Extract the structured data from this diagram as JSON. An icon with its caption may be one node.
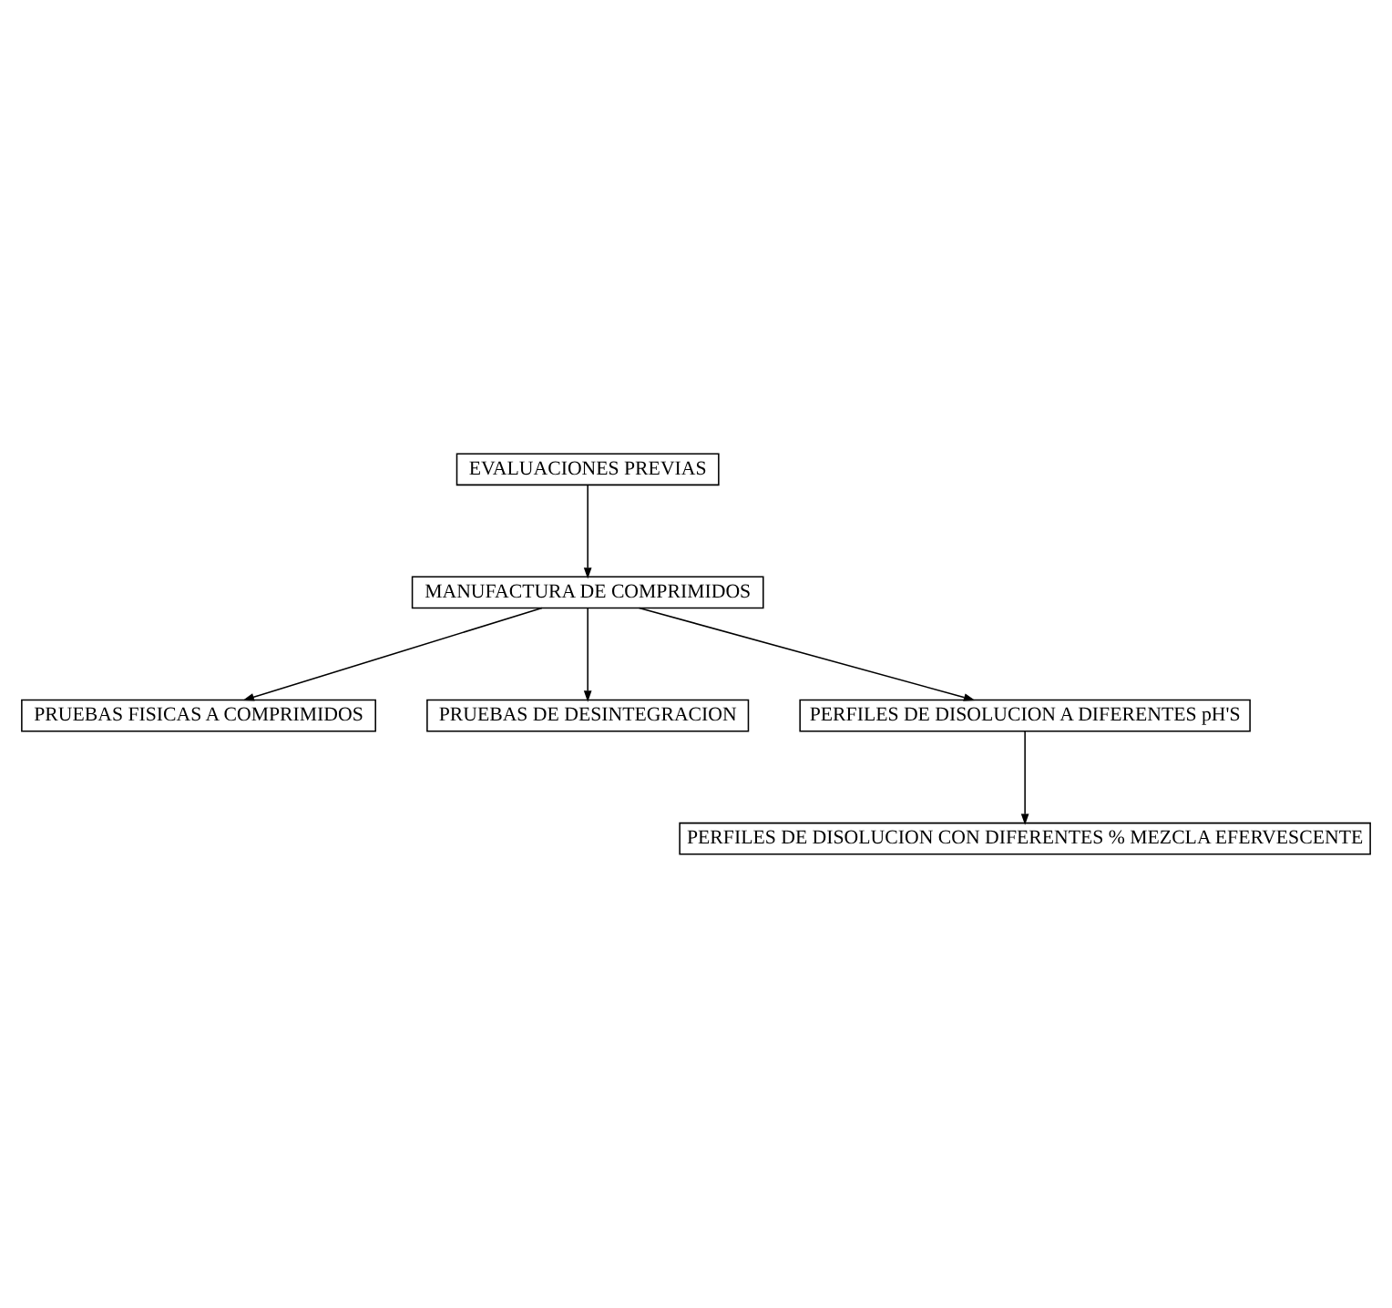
{
  "diagram": {
    "nodes": [
      {
        "text": [
          "EVALUACIONES PREVIAS"
        ]
      },
      {
        "text": [
          "MANUFACTURA DE COMPRIMIDOS"
        ]
      },
      {
        "text": [
          "PRUEBAS FISICAS A COMPRIMIDOS"
        ]
      },
      {
        "text": [
          "PRUEBAS DE DESINTEGRACION"
        ]
      },
      {
        "text": [
          "PERFILES DE DISOLUCION A DIFERENTES pH'S"
        ]
      },
      {
        "text": [
          "PERFILES DE DISOLUCION CON DIFERENTES % MEZCLA EFERVESCENTE"
        ]
      }
    ],
    "edges": [
      {
        "from": 0,
        "to": 1,
        "arrow": "to"
      },
      {
        "from": 1,
        "to": 2,
        "arrow": "to"
      },
      {
        "from": 1,
        "to": 3,
        "arrow": "to"
      },
      {
        "from": 1,
        "to": 4,
        "arrow": "to"
      },
      {
        "from": 4,
        "to": 5,
        "arrow": "to"
      }
    ]
  }
}
